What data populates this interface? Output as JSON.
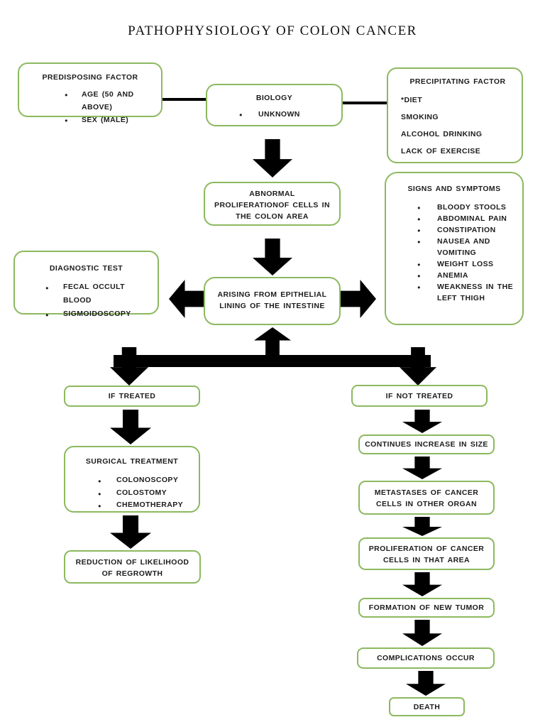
{
  "title": "PATHOPHYSIOLOGY OF COLON CANCER",
  "colors": {
    "box_border_green": "#8cb95f",
    "arrow_black": "#000000",
    "text": "#1c1c1c",
    "background": "#ffffff"
  },
  "boxes": {
    "predisposing_factor": {
      "heading": "PREDISPOSING FACTOR",
      "bullets": [
        "AGE (50 AND ABOVE)",
        "SEX (MALE)"
      ]
    },
    "biology": {
      "heading": "BIOLOGY",
      "bullets": [
        "UNKNOWN"
      ]
    },
    "precipitating_factor": {
      "heading": "PRECIPITATING FACTOR",
      "items": [
        "*DIET",
        "SMOKING",
        "ALCOHOL DRINKING",
        "LACK OF EXERCISE"
      ]
    },
    "abnormal_proliferation": {
      "text": "ABNORMAL\nPROLIFERATIONOF CELLS IN\nTHE COLON AREA"
    },
    "signs_and_symptoms": {
      "heading": "SIGNS AND SYMPTOMS",
      "bullets": [
        "BLOODY STOOLS",
        "ABDOMINAL PAIN",
        "CONSTIPATION",
        "NAUSEA AND\nVOMITING",
        "WEIGHT LOSS",
        "ANEMIA",
        "WEAKNESS IN THE\nLEFT THIGH"
      ]
    },
    "diagnostic_test": {
      "heading": "DIAGNOSTIC TEST",
      "bullets": [
        "FECAL OCCULT BLOOD",
        "SIGMOIDOSCOPY"
      ]
    },
    "arising_epithelial": {
      "text": "ARISING FROM EPITHELIAL\nLINING OF THE INTESTINE"
    },
    "if_treated": {
      "text": "IF TREATED"
    },
    "surgical_treatment": {
      "heading": "SURGICAL TREATMENT",
      "bullets": [
        "COLONOSCOPY",
        "COLOSTOMY",
        "CHEMOTHERAPY"
      ]
    },
    "reduction_regrowth": {
      "text": "REDUCTION OF LIKELIHOOD\nOF REGROWTH"
    },
    "if_not_treated": {
      "text": "IF NOT TREATED"
    },
    "continues_increase": {
      "text": "CONTINUES INCREASE IN SIZE"
    },
    "metastases": {
      "text": "METASTASES OF CANCER\nCELLS IN OTHER ORGAN"
    },
    "proliferation_area": {
      "text": "PROLIFERATION OF CANCER\nCELLS IN THAT AREA"
    },
    "formation_tumor": {
      "text": "FORMATION OF NEW TUMOR"
    },
    "complications": {
      "text": "COMPLICATIONS OCCUR"
    },
    "death": {
      "text": "DEATH"
    }
  }
}
